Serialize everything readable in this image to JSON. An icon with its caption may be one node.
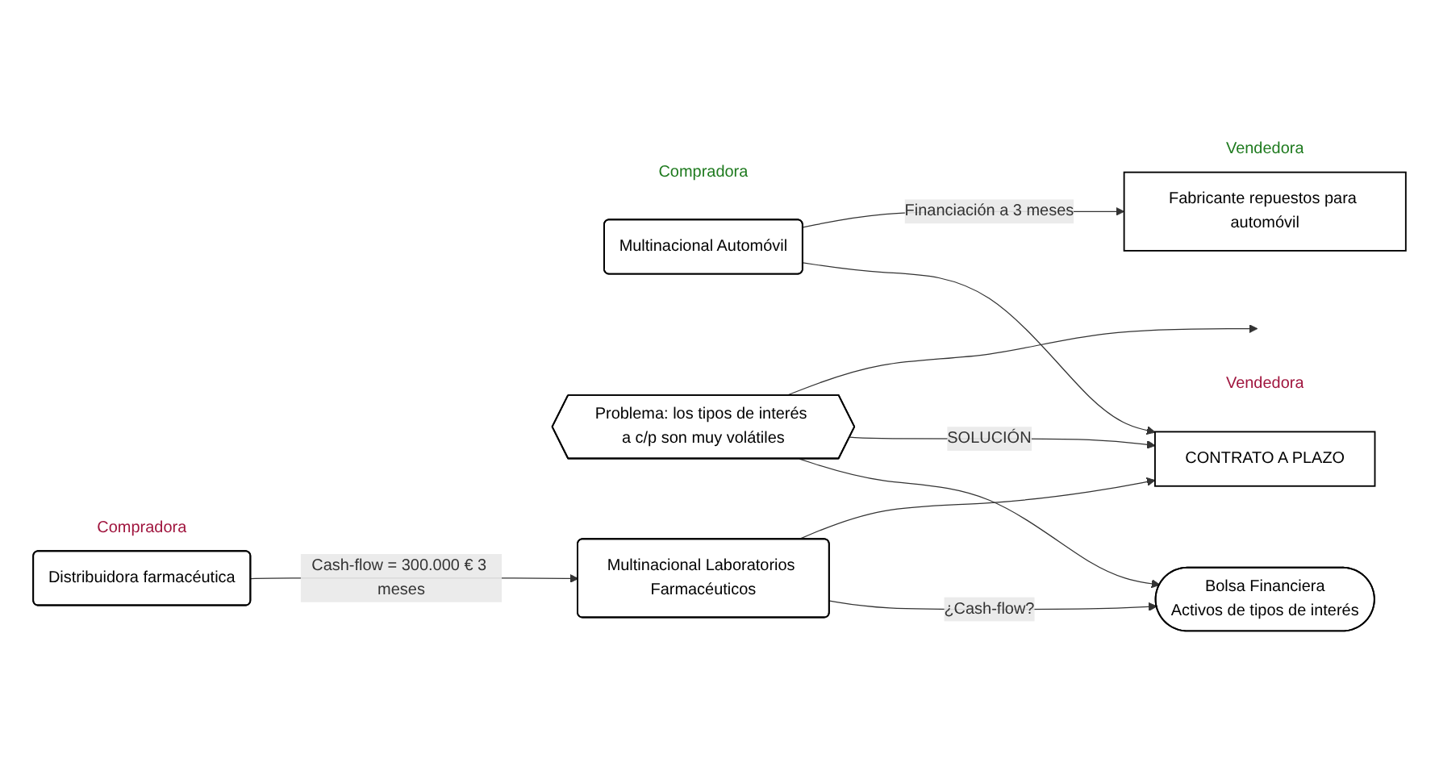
{
  "diagram": {
    "nodes": [
      {
        "text": [
          "Distribuidora farmacéutica"
        ],
        "beside": [
          "Compradora"
        ]
      },
      {
        "text": [
          "Multinacional Laboratorios Farmacéuticos"
        ]
      },
      {
        "text": [
          "Bolsa Financiera",
          "Activos de tipos de interés"
        ]
      },
      {
        "text": [
          "Problema: los tipos de interés a c/p son muy volátiles"
        ]
      },
      {
        "text": [
          "CONTRATO A PLAZO"
        ],
        "beside": [
          "Vendedora"
        ]
      },
      {
        "text": [
          "Multinacional Automóvil"
        ],
        "beside": [
          "Compradora"
        ]
      },
      {
        "text": [
          "Fabricante repuestos para automóvil"
        ],
        "beside": [
          "Vendedora"
        ]
      }
    ],
    "edges": [
      {
        "from": 0,
        "to": 1,
        "arrow": "to",
        "label": "Cash-flow = 300.000 € 3 meses"
      },
      {
        "from": 1,
        "to": 2,
        "arrow": "to",
        "label": "¿Cash-flow?"
      },
      {
        "from": 3,
        "to": 2,
        "arrow": "to"
      },
      {
        "from": 1,
        "to": 4,
        "arrow": "to"
      },
      {
        "from": 3,
        "to": 4,
        "arrow": "to",
        "label": "SOLUCIÓN"
      },
      {
        "from": 5,
        "to": 4,
        "arrow": "to"
      },
      {
        "from": 3,
        "to": null,
        "arrow": "to"
      },
      {
        "from": 5,
        "to": 6,
        "arrow": "to",
        "label": "Financiación a 3 meses"
      }
    ]
  }
}
